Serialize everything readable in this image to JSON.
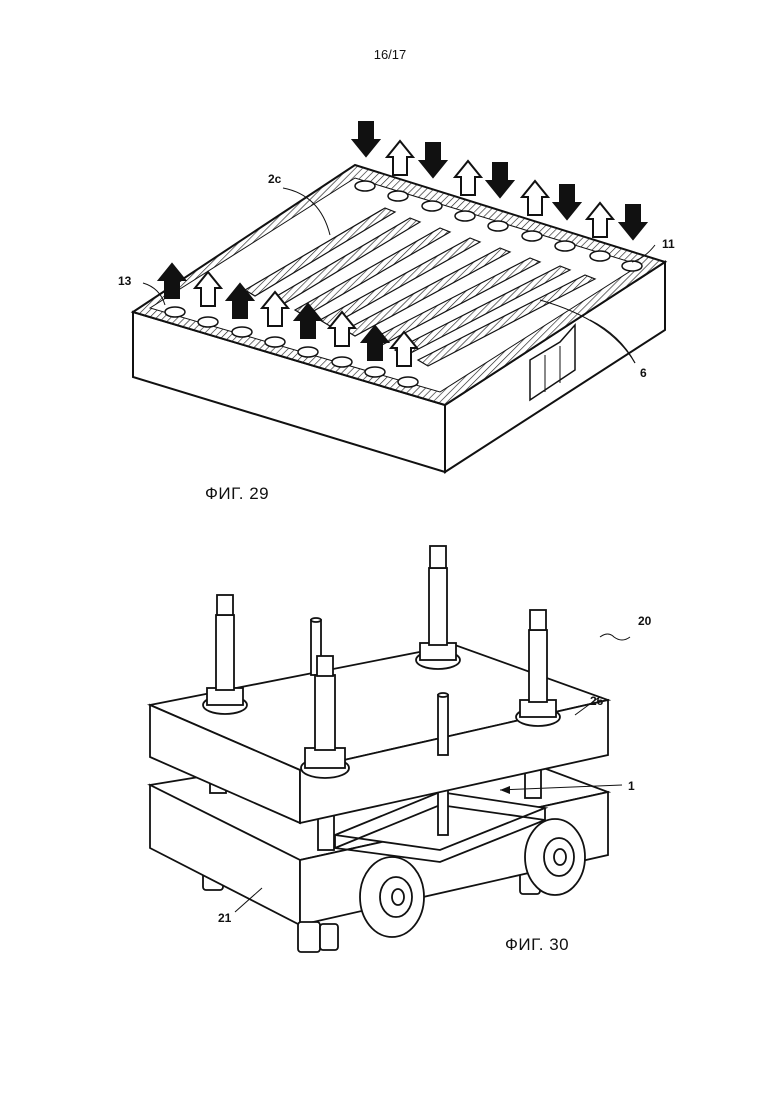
{
  "page_number": "16/17",
  "figures": [
    {
      "caption": "ФИГ. 29",
      "labels": {
        "plate": "2c",
        "port_right": "11",
        "port_left": "13",
        "channels": "6"
      }
    },
    {
      "caption": "ФИГ. 30",
      "labels": {
        "assembly": "20",
        "top_plate": "26",
        "stack": "1",
        "base_plate": "21"
      }
    }
  ]
}
